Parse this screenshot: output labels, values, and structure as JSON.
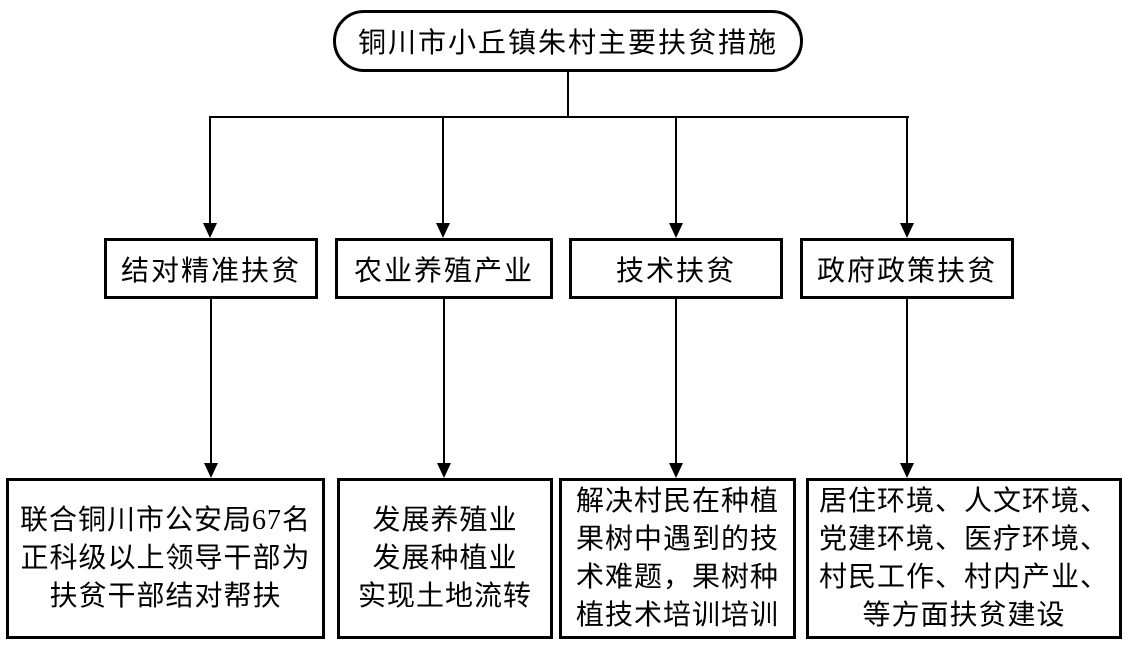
{
  "page": {
    "background": "#ffffff",
    "line_color": "#000000",
    "text_color": "#000000"
  },
  "diagram": {
    "root": {
      "label": "铜川市小丘镇朱村主要扶贫措施"
    },
    "branches": [
      {
        "category": "结对精准扶贫",
        "details": [
          "联合铜川市公安局67名",
          "正科级以上领导干部为",
          "扶贫干部结对帮扶"
        ]
      },
      {
        "category": "农业养殖产业",
        "details": [
          "发展养殖业",
          "发展种植业",
          "实现土地流转"
        ]
      },
      {
        "category": "技术扶贫",
        "details": [
          "解决村民在种植",
          "果树中遇到的技",
          "术难题，果树种",
          "植技术培训培训"
        ]
      },
      {
        "category": "政府政策扶贫",
        "details": [
          "居住环境、人文环境、",
          "党建环境、医疗环境、",
          "村民工作、村内产业、",
          "等方面扶贫建设"
        ]
      }
    ]
  }
}
